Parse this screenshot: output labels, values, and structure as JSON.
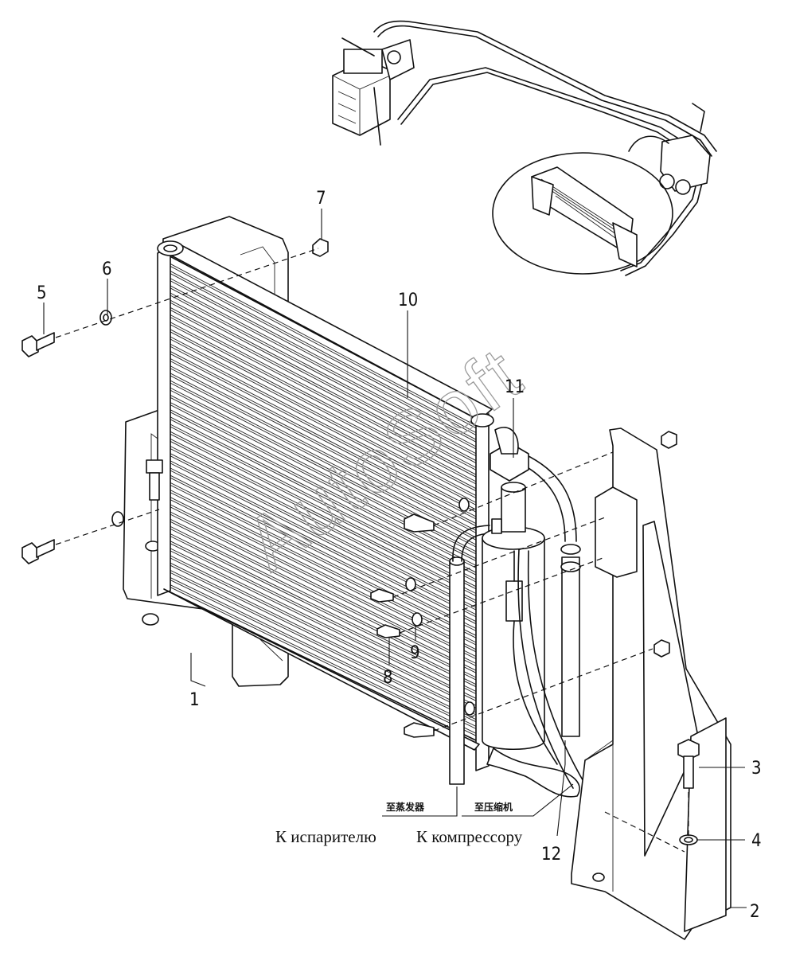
{
  "watermark": "AutoSoft",
  "callouts": [
    "1",
    "2",
    "3",
    "4",
    "5",
    "6",
    "7",
    "8",
    "9",
    "10",
    "11",
    "12"
  ],
  "labels": {
    "to_evaporator_cn": "至蒸发器",
    "to_compressor_cn": "至压缩机",
    "to_evaporator_ru": "К испарителю",
    "to_compressor_ru": "К компрессору"
  }
}
